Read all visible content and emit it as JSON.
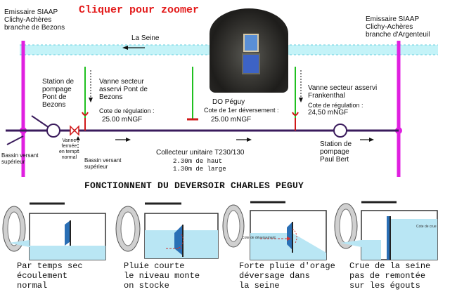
{
  "header": {
    "zoom_link": "Cliquer pour zoomer"
  },
  "labels": {
    "emissaire_left": "Emissaire SIAAP\nClichy-Achères\nbranche de Bezons",
    "emissaire_right": "Emissaire SIAAP\nClichy-Achères\nbranche d'Argenteuil",
    "seine": "La Seine",
    "station_left": "Station de\npompage\nPont de\nBezons",
    "vanne_left": "Vanne secteur\nasservi Pont de\nBezons",
    "cote_left_label": "Cote de régulation :",
    "cote_left_value": "25.00 mNGF",
    "do_peguy": "DO Péguy",
    "cote_deversement_label": "Cote de 1er déversement :",
    "cote_deversement_value": "25.00 mNGF",
    "vanne_right": "Vanne secteur asservi\nFrankenthal",
    "cote_right_label": "Cote de régulation :",
    "cote_right_value": "24,50 mNGF",
    "bassin_left": "Bassin versant\nsupérieur",
    "vanne_fermee": "Vanne\nfermée\nen temps\nnormal",
    "bassin_mid": "Bassin versant\nsupérieur",
    "collecteur": "Collecteur unitaire T230/130",
    "dim_haut": "2.30m de haut",
    "dim_large": "1.30m de large",
    "station_right": "Station de\npompage\nPaul Bert"
  },
  "section_title": "FONCTIONNENT DU DEVERSOIR CHARLES PEGUY",
  "panels": [
    {
      "caption": "Par temps sec\nécoulement\nnormal"
    },
    {
      "caption": "Pluie courte\nle niveau monte\non stocke"
    },
    {
      "caption": "Forte pluie d'orage\ndéversage dans\nla seine",
      "inner_label": "Cote de déversement"
    },
    {
      "caption": "Crue de la seine\npas de remontée\nsur les égouts",
      "inner_label": "Cote de crue"
    }
  ],
  "colors": {
    "emissaire": "#e020e0",
    "collector": "#3a1b5c",
    "river": "#bff3f7",
    "vanne_green": "#20c020",
    "zoom_red": "#e31b1b",
    "water_blue": "#b9e6f4"
  }
}
